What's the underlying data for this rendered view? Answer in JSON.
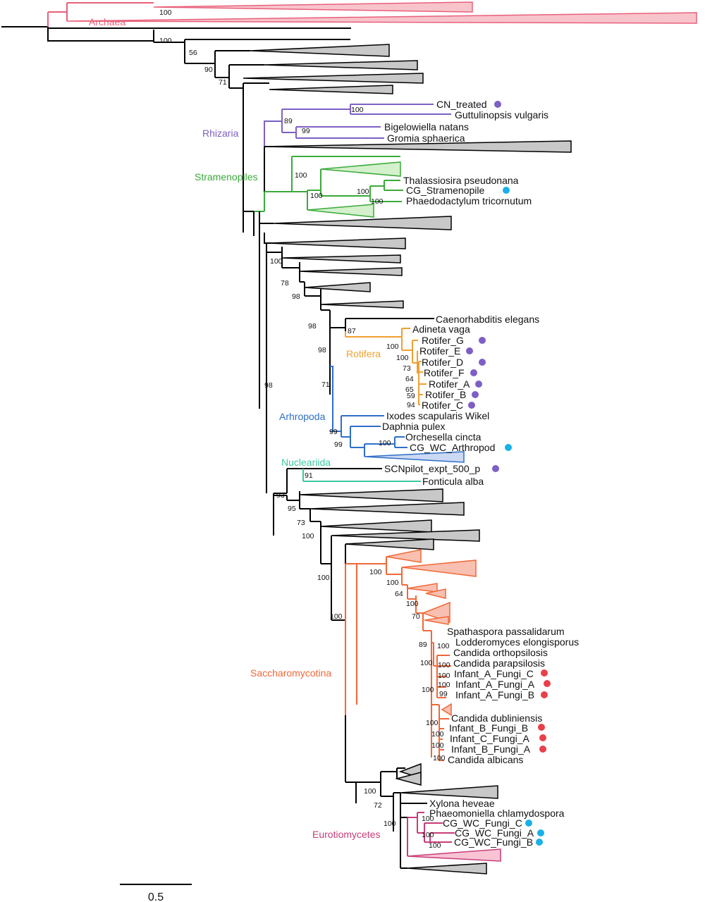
{
  "colors": {
    "default": "#000000",
    "archaea": "#e8607a",
    "rhizaria": "#7d5fc5",
    "stramenopiles": "#3aaa3a",
    "rotifera": "#f0a030",
    "arthropoda": "#2e6fc8",
    "nucleariida": "#3cc8a0",
    "saccharomycotina": "#f06838",
    "eurotiomycetes": "#c83c78",
    "dot_purple": "#7d5fc5",
    "dot_cyan": "#1ab0e8",
    "dot_red": "#e8404a"
  },
  "clades": {
    "archaea": "Archaea",
    "rhizaria": "Rhizaria",
    "stramenopiles": "Stramenopiles",
    "rotifera": "Rotifera",
    "arthropoda": "Arhropoda",
    "nucleariida": "Nucleariida",
    "saccharomycotina": "Saccharomycotina",
    "eurotiomycetes": "Eurotiomycetes"
  },
  "taxa": {
    "cn_treated": "CN_treated",
    "guttulinopsis": "Guttulinopsis vulgaris",
    "bigelowiella": "Bigelowiella natans",
    "gromia": "Gromia sphaerica",
    "thalassiosira": "Thalassiosira pseudonana",
    "cg_stramenopile": "CG_Stramenopile",
    "phaeodactylum": "Phaedodactylum tricornutum",
    "caenorhabditis": "Caenorhabditis elegans",
    "adineta": "Adineta vaga",
    "rotifer_g": "Rotifer_G",
    "rotifer_e": "Rotifer_E",
    "rotifer_d": "Rotifer_D",
    "rotifer_f": "Rotifer_F",
    "rotifer_a": "Rotifer_A",
    "rotifer_b": "Rotifer_B",
    "rotifer_c": "Rotifer_C",
    "ixodes": "Ixodes scapularis Wikel",
    "daphnia": "Daphnia pulex",
    "orchesella": "Orchesella cincta",
    "cg_wc_arthropod": "CG_WC_Arthropod",
    "scnpilot": "SCNpilot_expt_500_p",
    "fonticula": "Fonticula alba",
    "spathaspora": "Spathaspora passalidarum",
    "lodderomyces": "Lodderomyces elongisporus",
    "c_orthopsilosis": "Candida orthopsilosis",
    "c_parapsilosis": "Candida parapsilosis",
    "infant_a_fungi_c": "Infant_A_Fungi_C",
    "infant_a_fungi_a": "Infant_A_Fungi_A",
    "infant_a_fungi_b": "Infant_A_Fungi_B",
    "c_dubliniensis": "Candida dubliniensis",
    "infant_b_fungi_b": "Infant_B_Fungi_B",
    "infant_c_fungi_a": "Infant_C_Fungi_A",
    "infant_b_fungi_a": "Infant_B_Fungi_A",
    "c_albicans": "Candida albicans",
    "xylona": "Xylona heveae",
    "phaeomoniella": "Phaeomoniella chlamydospora",
    "cg_wc_fungi_c": "CG_WC_Fungi_C",
    "cg_wc_fungi_a": "CG_WC_Fungi_A",
    "cg_wc_fungi_b": "CG_WC_Fungi_B"
  },
  "support": {
    "archaea": "100",
    "n1": "100",
    "n2": "56",
    "n3": "90",
    "n4": "71",
    "cn_gutt": "100",
    "rhizaria_in": "89",
    "bige_grom": "99",
    "stram_top": "100",
    "stram_low": "100",
    "thal_cg": "100",
    "cg_phaeo": "100",
    "opist1": "100",
    "opist2": "78",
    "opist3": "98",
    "opist4": "98",
    "opist5": "98",
    "caeno_rot": "87",
    "rot1": "100",
    "rot2": "100",
    "rot3": "73",
    "rot4": "64",
    "rot5": "65",
    "rot6": "59",
    "rot7": "94",
    "anim": "71",
    "arth1": "99",
    "arth2": "99",
    "orch_cg": "100",
    "nuc": "91",
    "big98": "98",
    "fungi1": "93",
    "fungi2": "95",
    "fungi3": "73",
    "fungi4": "100",
    "fungi5": "100",
    "sacc1": "100",
    "sacc2": "100",
    "sacc3": "64",
    "sacc4": "100",
    "sacc5": "70",
    "sacc6": "89",
    "sacc7": "100",
    "sacc8": "100",
    "sacc9": "100",
    "sacc10": "100",
    "sacc11": "100",
    "sacc12": "99",
    "sacc13": "100",
    "sacc14": "100",
    "sacc15": "100",
    "sacc16": "100",
    "sacc17": "100",
    "euro1": "100",
    "euro2": "72",
    "euro3": "100",
    "euro4": "100",
    "euro5": "100",
    "euro6": "100"
  },
  "scale_bar": {
    "label": "0.5"
  }
}
